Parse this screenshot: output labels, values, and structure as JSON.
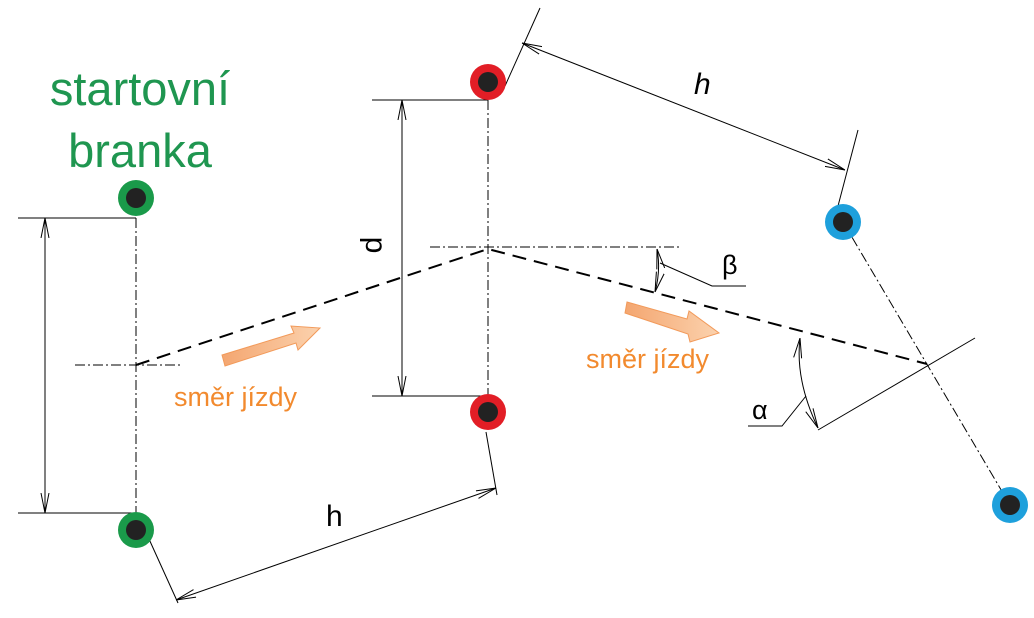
{
  "title": {
    "line1": "startovní",
    "line2": "branka"
  },
  "direction_label_1": "směr jízdy",
  "direction_label_2": "směr jízdy",
  "dimensions": {
    "h_top": "h",
    "h_bottom": "h",
    "d": "d",
    "alpha": "α",
    "beta": "β"
  },
  "colors": {
    "start_gate": "#1a9a4a",
    "gate_red": "#e21e26",
    "gate_blue": "#1ea0dc",
    "pole_center": "#222222",
    "title_text": "#1f9650",
    "direction": "#f28a2e",
    "arrow_fill": "#f7b98a",
    "arrow_stroke": "#f29a5a"
  }
}
